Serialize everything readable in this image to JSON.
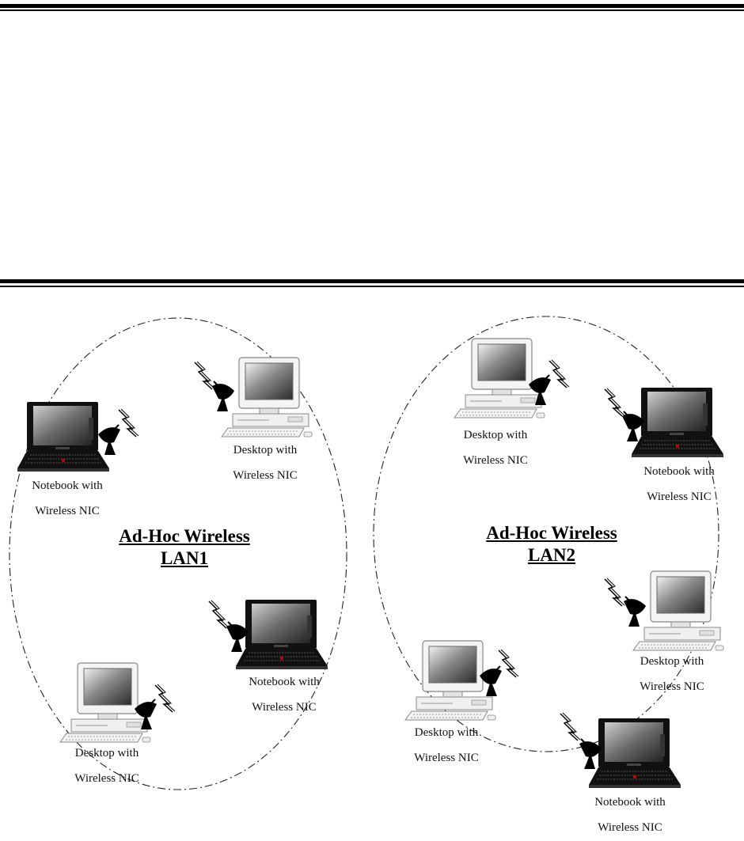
{
  "lan1": {
    "title_line1": "Ad-Hoc Wireless",
    "title_line2": "LAN1",
    "nodes": [
      {
        "kind": "notebook",
        "line1": "Notebook with",
        "line2": "Wireless NIC"
      },
      {
        "kind": "desktop",
        "line1": "Desktop with",
        "line2": "Wireless NIC"
      },
      {
        "kind": "notebook",
        "line1": "Notebook with",
        "line2": "Wireless NIC"
      },
      {
        "kind": "desktop",
        "line1": "Desktop with",
        "line2": "Wireless NIC"
      }
    ]
  },
  "lan2": {
    "title_line1": "Ad-Hoc Wireless",
    "title_line2": "LAN2",
    "nodes": [
      {
        "kind": "desktop",
        "line1": "Desktop with",
        "line2": "Wireless NIC"
      },
      {
        "kind": "notebook",
        "line1": "Notebook with",
        "line2": "Wireless NIC"
      },
      {
        "kind": "desktop",
        "line1": "Desktop with",
        "line2": "Wireless NIC"
      },
      {
        "kind": "desktop",
        "line1": "Desktop with",
        "line2": "Wireless NIC"
      },
      {
        "kind": "notebook",
        "line1": "Notebook with",
        "line2": "Wireless NIC"
      }
    ]
  }
}
